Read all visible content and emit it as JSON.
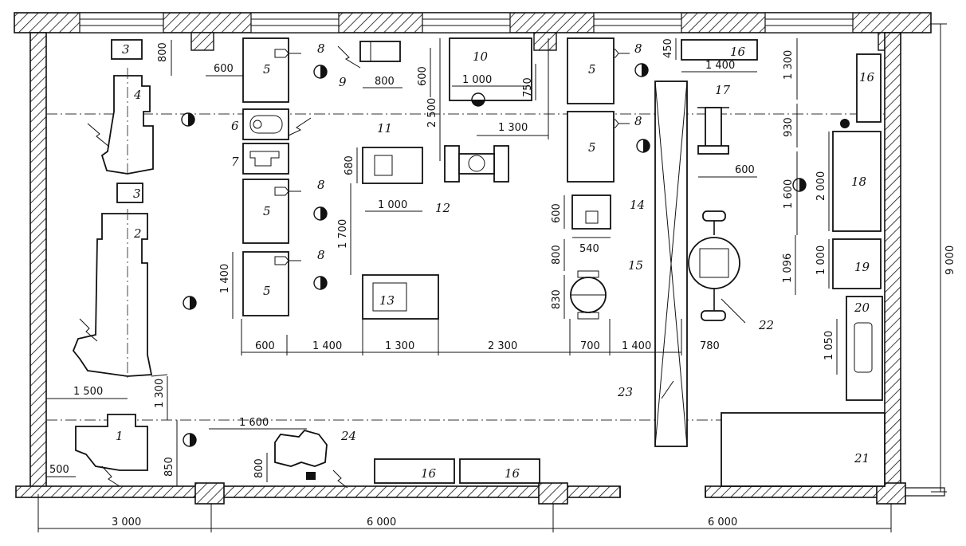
{
  "labels": {
    "l1": "1",
    "l2": "2",
    "l3a": "3",
    "l3b": "3",
    "l4": "4",
    "l5a": "5",
    "l5b": "5",
    "l5c": "5",
    "l5d": "5",
    "l5e": "5",
    "l6": "6",
    "l7": "7",
    "l8a": "8",
    "l8b": "8",
    "l8c": "8",
    "l8d": "8",
    "l8e": "8",
    "l9": "9",
    "l10": "10",
    "l11": "11",
    "l12": "12",
    "l13": "13",
    "l14": "14",
    "l15": "15",
    "l16a": "16",
    "l16b": "16",
    "l16c": "16",
    "l16d": "16",
    "l17": "17",
    "l18": "18",
    "l19": "19",
    "l20": "20",
    "l21": "21",
    "l22": "22",
    "l23": "23",
    "l24": "24"
  },
  "dims": {
    "d800a": "800",
    "d600a": "600",
    "d800b": "800",
    "d600b": "600",
    "d1000a": "1 000",
    "d750": "750",
    "d2500": "2 500",
    "d1300a": "1 300",
    "d450": "450",
    "d1400a": "1 400",
    "d1300b": "1 300",
    "d680": "680",
    "d1000b": "1 000",
    "d1700": "1 700",
    "d600c": "600",
    "d540": "540",
    "d800c": "800",
    "d830": "830",
    "d930": "930",
    "d600d": "600",
    "d1600a": "1 600",
    "d2000": "2 000",
    "d1096": "1 096",
    "d1000c": "1 000",
    "d1050": "1 050",
    "d9000": "9 000",
    "d1400b": "1 400",
    "b600": "600",
    "b1400": "1 400",
    "b1300": "1 300",
    "b2300": "2 300",
    "b700": "700",
    "b1400c": "1 400",
    "b780": "780",
    "d1500": "1 500",
    "d1300c": "1 300",
    "d1600b": "1 600",
    "d500": "500",
    "d850": "850",
    "d800d": "800",
    "t3000": "3 000",
    "t6000a": "6 000",
    "t6000b": "6 000"
  }
}
